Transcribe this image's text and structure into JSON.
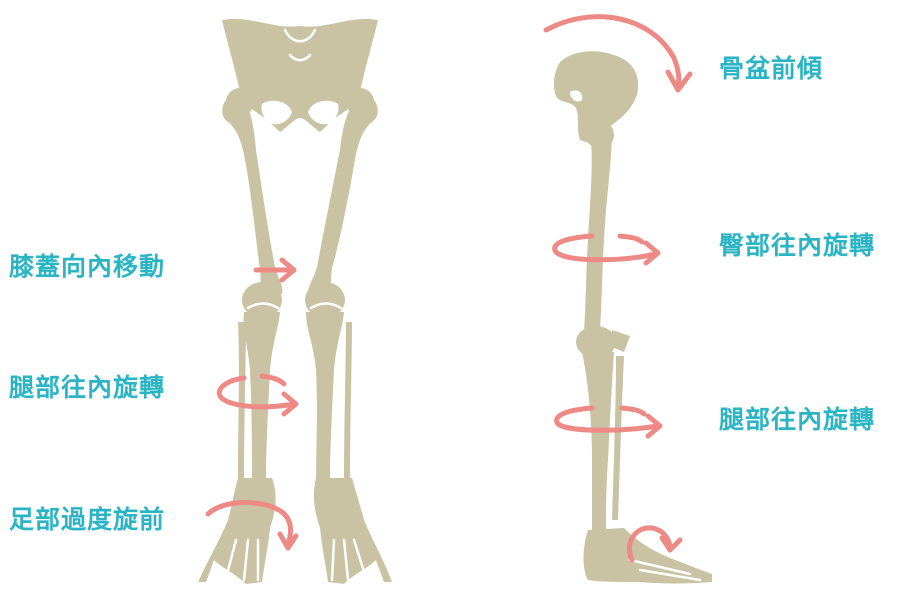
{
  "colors": {
    "label_text": "#2bb5c4",
    "arrow": "#ee8a86",
    "bone": "#c9c2a3",
    "background": "#ffffff"
  },
  "front_view": {
    "labels": {
      "knee": "膝蓋向內移動",
      "lower_leg": "腿部往內旋轉",
      "foot": "足部過度旋前"
    }
  },
  "side_view": {
    "labels": {
      "pelvis": "骨盆前傾",
      "thigh": "臀部往內旋轉",
      "lower_leg": "腿部往內旋轉"
    }
  }
}
